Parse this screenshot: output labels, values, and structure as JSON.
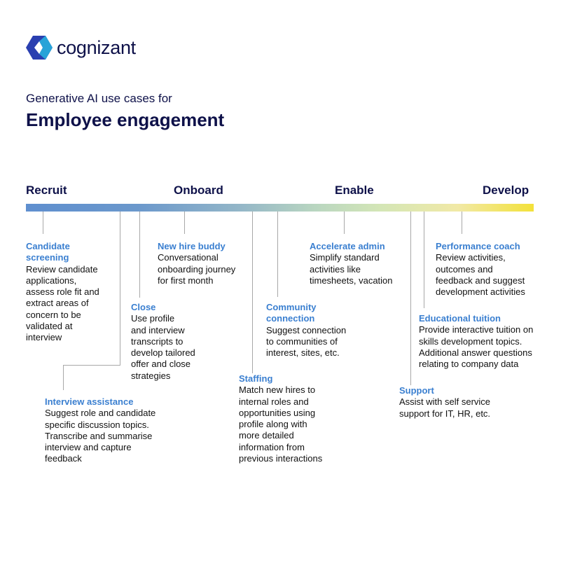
{
  "brand": {
    "name": "cognizant",
    "colors": {
      "navy": "#0e1149",
      "accent": "#3a7fd0"
    }
  },
  "subtitle": "Generative AI use cases for",
  "title": "Employee engagement",
  "stages": [
    "Recruit",
    "Onboard",
    "Enable",
    "Develop"
  ],
  "cards": [
    {
      "title": "Candidate\nscreening",
      "text": "Review candidate\napplications,\nassess role fit and\nextract areas of\nconcern to be\nvalidated at\ninterview"
    },
    {
      "title": "Interview assistance",
      "text": "Suggest role and candidate\nspecific discussion topics.\nTranscribe and summarise\ninterview and capture\nfeedback"
    },
    {
      "title": "Close",
      "text": "Use profile\nand interview\ntranscripts to\ndevelop tailored\noffer and close\nstrategies"
    },
    {
      "title": "New hire buddy",
      "text": "Conversational\nonboarding journey\nfor first month"
    },
    {
      "title": "Staffing",
      "text": "Match new hires to\ninternal roles and\nopportunities using\nprofile along with\nmore detailed\ninformation from\nprevious interactions"
    },
    {
      "title": "Community\nconnection",
      "text": "Suggest connection\nto communities of\ninterest, sites, etc."
    },
    {
      "title": "Accelerate admin",
      "text": "Simplify standard\nactivities like\ntimesheets, vacation"
    },
    {
      "title": "Support",
      "text": "Assist with self service\nsupport for IT, HR, etc."
    },
    {
      "title": "Educational tuition",
      "text": "Provide interactive tuition on\nskills development topics.\nAdditional answer questions\nrelating to company data"
    },
    {
      "title": "Performance coach",
      "text": "Review activities,\noutcomes and\nfeedback and suggest\ndevelopment activities"
    }
  ]
}
